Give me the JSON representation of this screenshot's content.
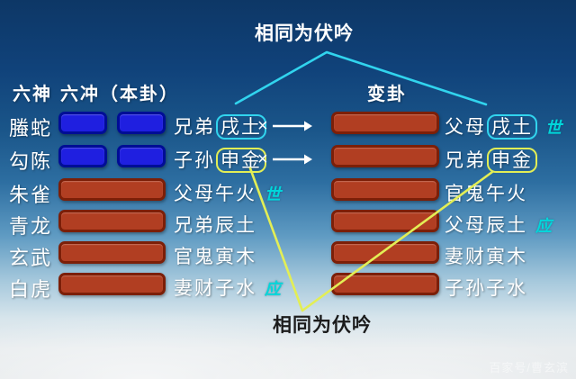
{
  "titles": {
    "top_annotation": "相同为伏吟",
    "bottom_annotation": "相同为伏吟"
  },
  "headers": {
    "left": "六神 六冲（本卦）",
    "right": "变卦"
  },
  "symbols": {
    "changing_mark": "×"
  },
  "colors": {
    "accent_cyan": "#31d4ee",
    "marker_cyan": "#00d6da",
    "accent_yellow": "#e3ee55",
    "blue_line_fill": "#1f1fe0",
    "blue_line_border": "#000d96",
    "red_line_fill": "#b13e22",
    "red_line_border": "#7c1f08",
    "sky_top": "#0d3766",
    "sky_bottom": "#e7eaec"
  },
  "left_hexagram": {
    "rows": [
      {
        "god": "螣蛇",
        "line": "broken",
        "pre": "兄弟",
        "highlight": "戌土",
        "highlight_color": "cyan"
      },
      {
        "god": "勾陈",
        "line": "broken",
        "pre": "子孙",
        "highlight": "申金",
        "highlight_color": "yellow"
      },
      {
        "god": "朱雀",
        "line": "solid",
        "text": "父母午火",
        "marker": "世"
      },
      {
        "god": "青龙",
        "line": "solid",
        "text": "兄弟辰土"
      },
      {
        "god": "玄武",
        "line": "solid",
        "text": "官鬼寅木"
      },
      {
        "god": "白虎",
        "line": "solid",
        "text": "妻财子水",
        "marker": "应"
      }
    ]
  },
  "right_hexagram": {
    "rows": [
      {
        "line": "solid",
        "pre": "父母",
        "highlight": "戌土",
        "highlight_color": "cyan",
        "marker": "世"
      },
      {
        "line": "solid",
        "pre": "兄弟",
        "highlight": "申金",
        "highlight_color": "yellow"
      },
      {
        "line": "solid",
        "text": "官鬼午火"
      },
      {
        "line": "solid",
        "text": "父母辰土",
        "marker": "应"
      },
      {
        "line": "solid",
        "text": "妻财寅木"
      },
      {
        "line": "solid",
        "text": "子孙子水"
      }
    ]
  },
  "watermark": "百家号/曹玄滨"
}
